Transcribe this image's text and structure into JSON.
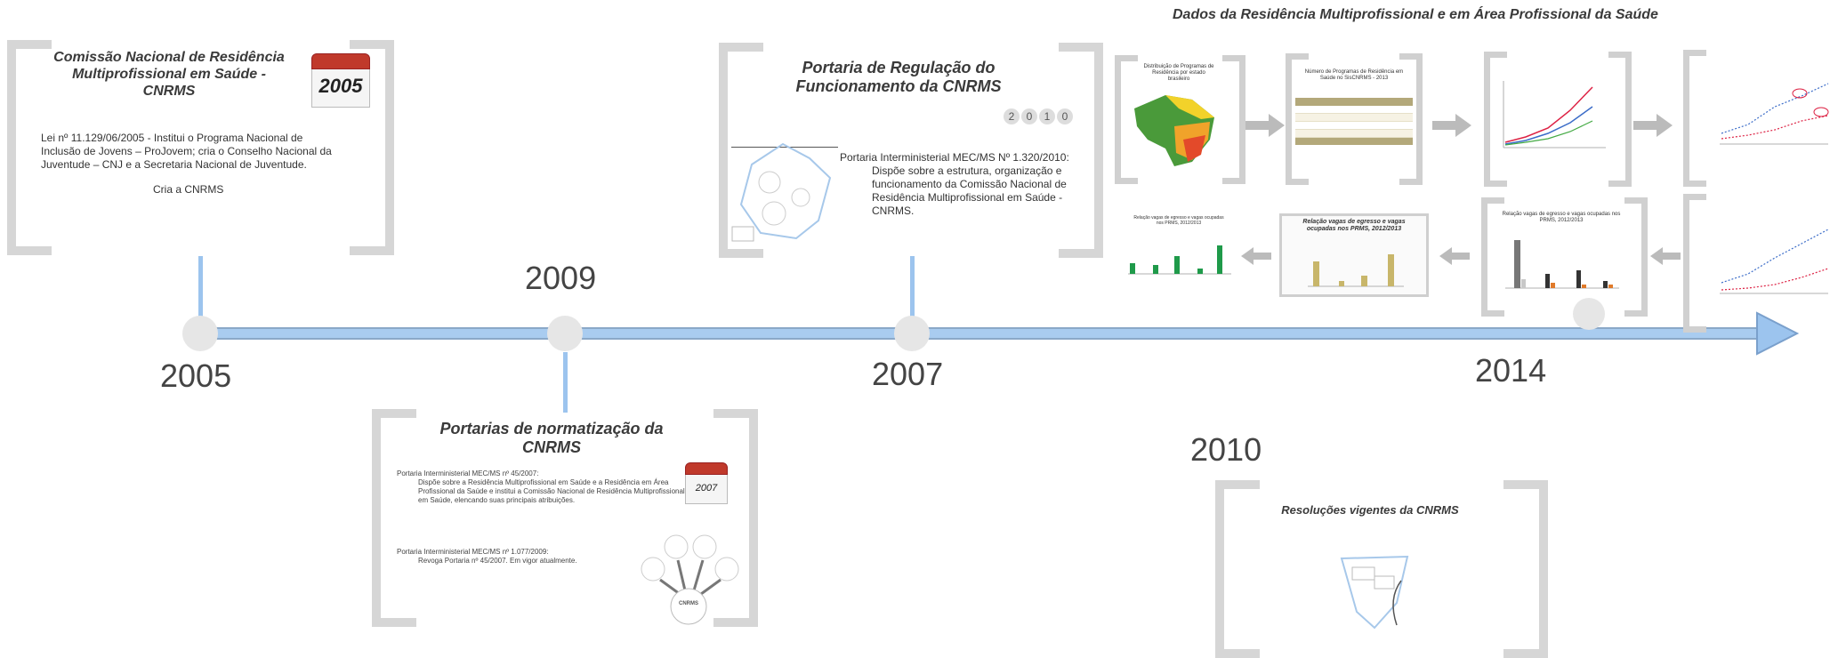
{
  "years": {
    "y2005": "2005",
    "y2009": "2009",
    "y2007": "2007",
    "y2014": "2014",
    "y2010": "2010"
  },
  "frame_2005": {
    "title": "Comissão Nacional de Residência Multiprofissional em Saúde - CNRMS",
    "body": "Lei nº 11.129/06/2005 - Institui o Programa Nacional de Inclusão de Jovens – ProJovem; cria o Conselho Nacional da Juventude – CNJ e a Secretaria Nacional de Juventude.",
    "footer": "Cria a CNRMS",
    "calendar_label": "2005"
  },
  "frame_2010": {
    "title": "Portaria de Regulação do Funcionamento da CNRMS",
    "body_head": "Portaria Interministerial MEC/MS Nº 1.320/2010:",
    "body": "Dispõe sobre a estrutura, organização e funcionamento da Comissão Nacional de Residência Multiprofissional em Saúde - CNRMS.",
    "digits": [
      "2",
      "0",
      "1",
      "0"
    ]
  },
  "frame_2009": {
    "title": "Portarias de normatização da CNRMS",
    "p1_head": "Portaria Interministerial MEC/MS nº 45/2007:",
    "p1_body": "Dispõe sobre a Residência Multiprofissional em Saúde e a Residência em Área Profissional da Saúde e institui a Comissão Nacional de Residência Multiprofissional em Saúde, elencando suas principais atribuições.",
    "p2_head": "Portaria Interministerial MEC/MS nº 1.077/2009:",
    "p2_body": "Revoga Portaria nº 45/2007. Em vigor atualmente.",
    "calendar_label": "2007",
    "center_label": "CNRMS"
  },
  "frame_resolucoes": {
    "title": "Resoluções vigentes da CNRMS"
  },
  "dados": {
    "title": "Dados da Residência Multiprofissional e em Área Profissional da Saúde",
    "t1": "Distribuição de Programas de Residência por estado brasileiro",
    "t2": "Número de Programas de Residência em Saúde no SisCNRMS - 2013",
    "t3": "Relação vagas de egresso e vagas ocupadas nos PRMS, 2012/2013",
    "t4": "Relação vagas de egresso e vagas ocupadas nos PRMS, 2012/2013",
    "t5": "Relação vagas de egresso e vagas ocupadas nos PRMS, 2012/2013"
  },
  "colors": {
    "timeline": "#9cc4ee",
    "timeline_dark": "#6a96c8",
    "bracket": "#d6d6d6",
    "calendar_red": "#c0392b"
  }
}
